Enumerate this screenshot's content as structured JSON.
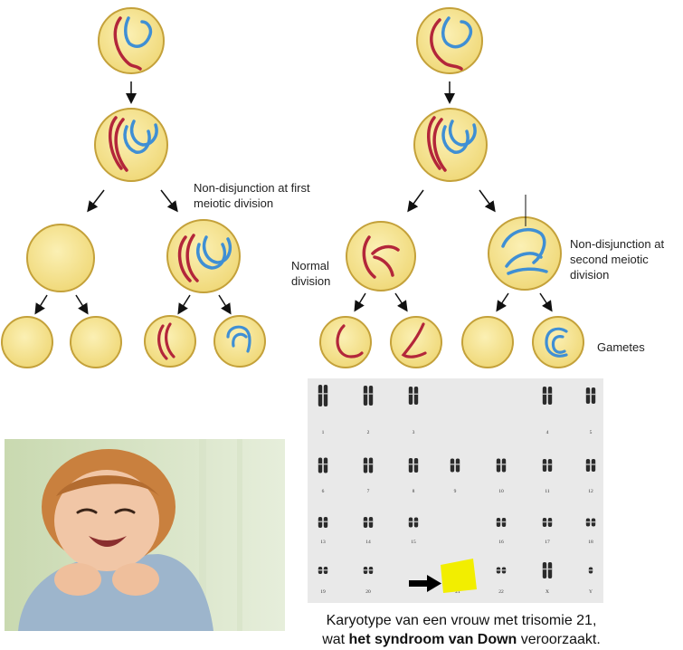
{
  "labels": {
    "nd_first_line1": "Non-disjunction at first",
    "nd_first_line2": "meiotic division",
    "normal_line1": "Normal",
    "normal_line2": "division",
    "nd_second_line1": "Non-disjunction at",
    "nd_second_line2": "second meiotic",
    "nd_second_line3": "division",
    "gametes": "Gametes"
  },
  "karyotype": {
    "chromosome_numbers": [
      "1",
      "2",
      "3",
      "4",
      "5",
      "6",
      "7",
      "8",
      "9",
      "10",
      "11",
      "12",
      "13",
      "14",
      "15",
      "16",
      "17",
      "18",
      "19",
      "20",
      "21",
      "22",
      "X",
      "Y"
    ],
    "highlight_color": "#f2ee00"
  },
  "caption": {
    "line1": "Karyotype van een vrouw met trisomie 21,",
    "line2_before": "wat ",
    "line2_bold": "het syndroom van Down",
    "line2_after": " veroorzaakt."
  },
  "colors": {
    "cell_fill": "#f6e48e",
    "cell_stroke": "#c4a13a",
    "maternal_chromosome": "#b3263a",
    "paternal_chromosome": "#3f8fd4"
  }
}
